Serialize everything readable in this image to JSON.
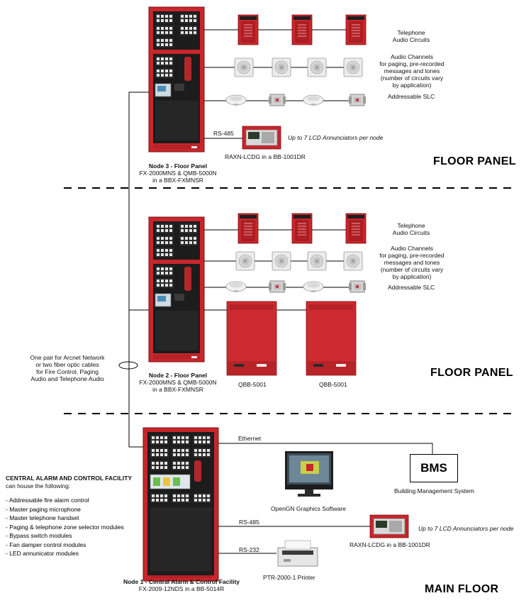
{
  "sections": {
    "top": "FLOOR PANEL",
    "middle": "FLOOR PANEL",
    "bottom": "MAIN FLOOR"
  },
  "node3": {
    "title": "Node 3 - Floor Panel",
    "line1": "FX-2000MNS & QMB-5000N",
    "line2": "in a BBX-FXMNSR"
  },
  "node2": {
    "title": "Node 2 - Floor Panel",
    "line1": "FX-2000MNS & QMB-5000N",
    "line2": "in a BBX-FXMNSR"
  },
  "node1": {
    "title": "Node 1 - Central Alarm & Control Facility",
    "line1": "FX-2009-12NDS in a BB-5014R"
  },
  "labels": {
    "telephone_1": "Telephone",
    "telephone_2": "Audio Circuits",
    "audio_1": "Audio Channels",
    "audio_2": "for paging,  pre-recorded",
    "audio_3": "messages and tones",
    "audio_4": "(number of circuits vary",
    "audio_5": "by application)",
    "slc": "Addressable SLC",
    "rs485": "RS-485",
    "rs232": "RS-232",
    "ethernet": "Ethernet",
    "annunciators": "Up to 7 LCD Annunciators per node",
    "raxn": "RAXN-LCDG in a BB-1001DR",
    "qbb": "QBB-5001",
    "bms": "BMS",
    "bms_caption": "Building Management System",
    "opengn": "OpenGN Graphics Software",
    "printer": "PTR-2000-1 Printer"
  },
  "arcnet_note": [
    "One pair for Arcnet Network",
    "or two fiber optic cables",
    "for Fire Control, Paging",
    "Audio and Telephone Audio"
  ],
  "central": {
    "heading": "CENTRAL ALARM AND CONTROL FACILITY",
    "subheading": "can house the following:",
    "items": [
      "- Addressable fire alarm control",
      "- Master paging microphone",
      "- Master telephone handset",
      "- Paging & telephone zone selector modules",
      "- Bypass switch modules",
      "- Fan damper control modules",
      "- LED annunicator modules"
    ]
  },
  "colors": {
    "cabinet_red": "#c8262b",
    "cabinet_dark": "#8e1518",
    "panel_black": "#1c1c1c",
    "speaker_grey": "#e3e3e3",
    "line": "#000000"
  },
  "icons": {
    "telephone": "fire-phone-cabinet-icon",
    "speaker": "ceiling-speaker-icon",
    "detector": "smoke-detector-icon",
    "module": "slc-module-icon",
    "annunciator": "lcd-annunciator-icon",
    "monitor": "monitor-icon",
    "printer": "printer-icon"
  }
}
